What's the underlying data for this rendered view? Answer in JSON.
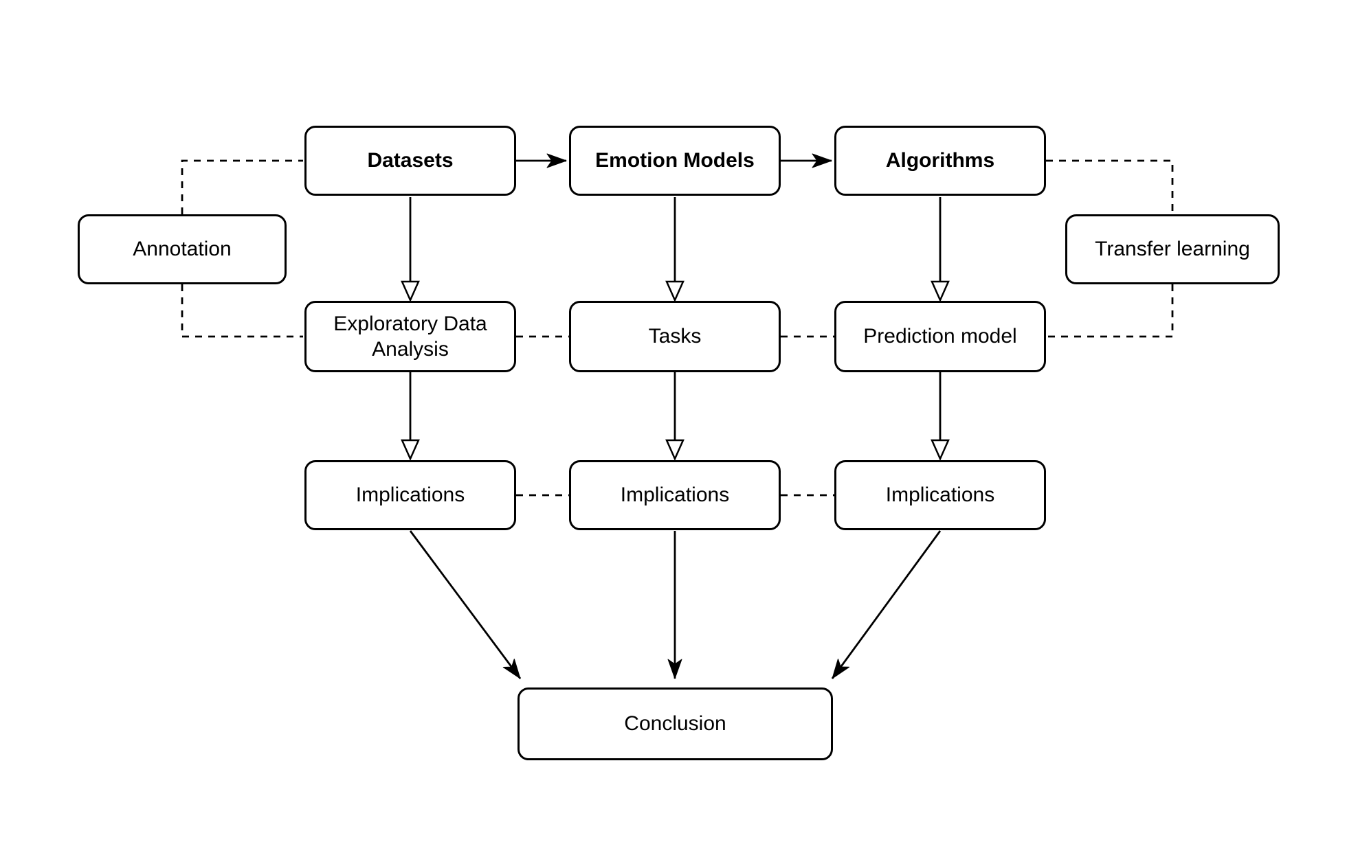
{
  "diagram": {
    "type": "flowchart",
    "colors": {
      "background": "#ffffff",
      "node_fill": "#ffffff",
      "node_border": "#000000",
      "text": "#000000"
    },
    "nodes": {
      "datasets": {
        "label": "Datasets",
        "emphasis": "bold"
      },
      "emotion_models": {
        "label": "Emotion Models",
        "emphasis": "bold"
      },
      "algorithms": {
        "label": "Algorithms",
        "emphasis": "bold"
      },
      "annotation": {
        "label": "Annotation",
        "emphasis": "normal"
      },
      "transfer_learning": {
        "label": "Transfer learning",
        "emphasis": "normal"
      },
      "exploratory_data_analysis": {
        "label": "Exploratory Data Analysis",
        "emphasis": "normal"
      },
      "tasks": {
        "label": "Tasks",
        "emphasis": "normal"
      },
      "prediction_model": {
        "label": "Prediction model",
        "emphasis": "normal"
      },
      "implications_left": {
        "label": "Implications",
        "emphasis": "normal"
      },
      "implications_center": {
        "label": "Implications",
        "emphasis": "normal"
      },
      "implications_right": {
        "label": "Implications",
        "emphasis": "normal"
      },
      "conclusion": {
        "label": "Conclusion",
        "emphasis": "normal"
      }
    },
    "edges": [
      {
        "from": "datasets",
        "to": "emotion_models",
        "style": "solid",
        "arrowhead": "filled"
      },
      {
        "from": "emotion_models",
        "to": "algorithms",
        "style": "solid",
        "arrowhead": "filled"
      },
      {
        "from": "datasets",
        "to": "exploratory_data_analysis",
        "style": "solid",
        "arrowhead": "open-triangle"
      },
      {
        "from": "emotion_models",
        "to": "tasks",
        "style": "solid",
        "arrowhead": "open-triangle"
      },
      {
        "from": "algorithms",
        "to": "prediction_model",
        "style": "solid",
        "arrowhead": "open-triangle"
      },
      {
        "from": "exploratory_data_analysis",
        "to": "implications_left",
        "style": "solid",
        "arrowhead": "open-triangle"
      },
      {
        "from": "tasks",
        "to": "implications_center",
        "style": "solid",
        "arrowhead": "open-triangle"
      },
      {
        "from": "prediction_model",
        "to": "implications_right",
        "style": "solid",
        "arrowhead": "open-triangle"
      },
      {
        "from": "implications_left",
        "to": "conclusion",
        "style": "solid",
        "arrowhead": "filled"
      },
      {
        "from": "implications_center",
        "to": "conclusion",
        "style": "solid",
        "arrowhead": "filled"
      },
      {
        "from": "implications_right",
        "to": "conclusion",
        "style": "solid",
        "arrowhead": "filled"
      },
      {
        "from": "annotation",
        "to": "datasets",
        "style": "dashed",
        "arrowhead": "none"
      },
      {
        "from": "annotation",
        "to": "exploratory_data_analysis",
        "style": "dashed",
        "arrowhead": "none"
      },
      {
        "from": "exploratory_data_analysis",
        "to": "tasks",
        "style": "dashed",
        "arrowhead": "none"
      },
      {
        "from": "tasks",
        "to": "prediction_model",
        "style": "dashed",
        "arrowhead": "none"
      },
      {
        "from": "algorithms",
        "to": "transfer_learning",
        "style": "dashed",
        "arrowhead": "none"
      },
      {
        "from": "transfer_learning",
        "to": "prediction_model",
        "style": "dashed",
        "arrowhead": "none"
      },
      {
        "from": "implications_left",
        "to": "implications_center",
        "style": "dashed",
        "arrowhead": "none"
      },
      {
        "from": "implications_center",
        "to": "implications_right",
        "style": "dashed",
        "arrowhead": "none"
      }
    ]
  }
}
